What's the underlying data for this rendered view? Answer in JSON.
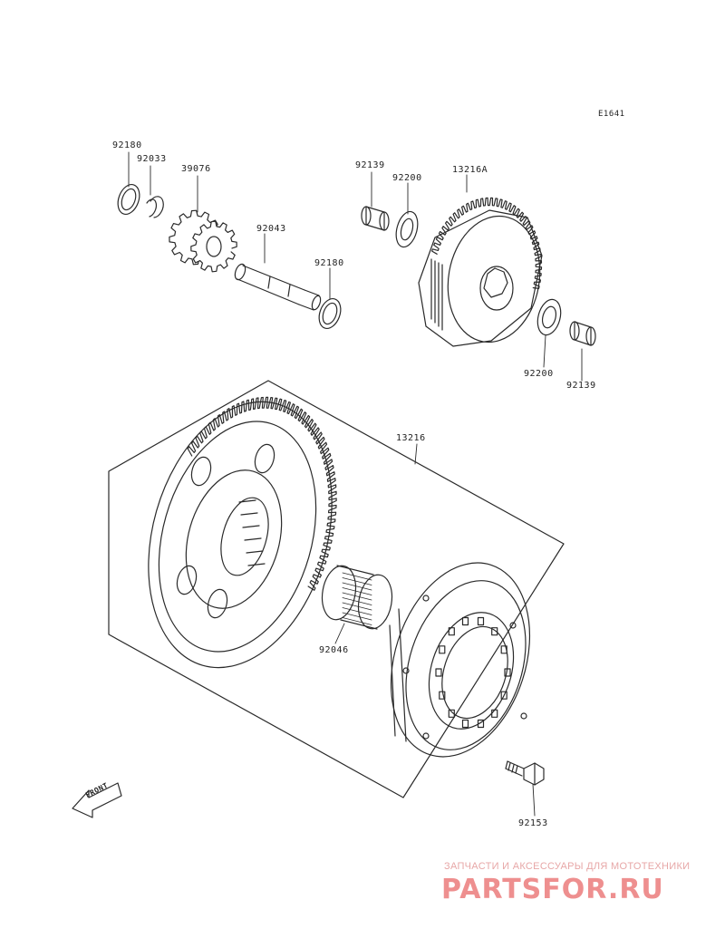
{
  "diagram": {
    "code": "E1641",
    "part_numbers": {
      "p92180_top": "92180",
      "p92033": "92033",
      "p39076": "39076",
      "p92043": "92043",
      "p92180_mid": "92180",
      "p92139_top": "92139",
      "p92200_top": "92200",
      "p13216A": "13216A",
      "p92200_bot": "92200",
      "p92139_bot": "92139",
      "p13216": "13216",
      "p92046": "92046",
      "p92153": "92153"
    },
    "front_arrow_label": "FRONT"
  },
  "watermark": {
    "subtitle": "ЗАПЧАСТИ И АКСЕССУАРЫ ДЛЯ МОТОТЕХНИКИ",
    "logo": "PARTSFOR.RU",
    "colors": {
      "subtitle": "#e7a7a7",
      "logo": "#ee8f8f"
    }
  },
  "colors": {
    "line": "#2a2a2a",
    "background": "#ffffff"
  }
}
